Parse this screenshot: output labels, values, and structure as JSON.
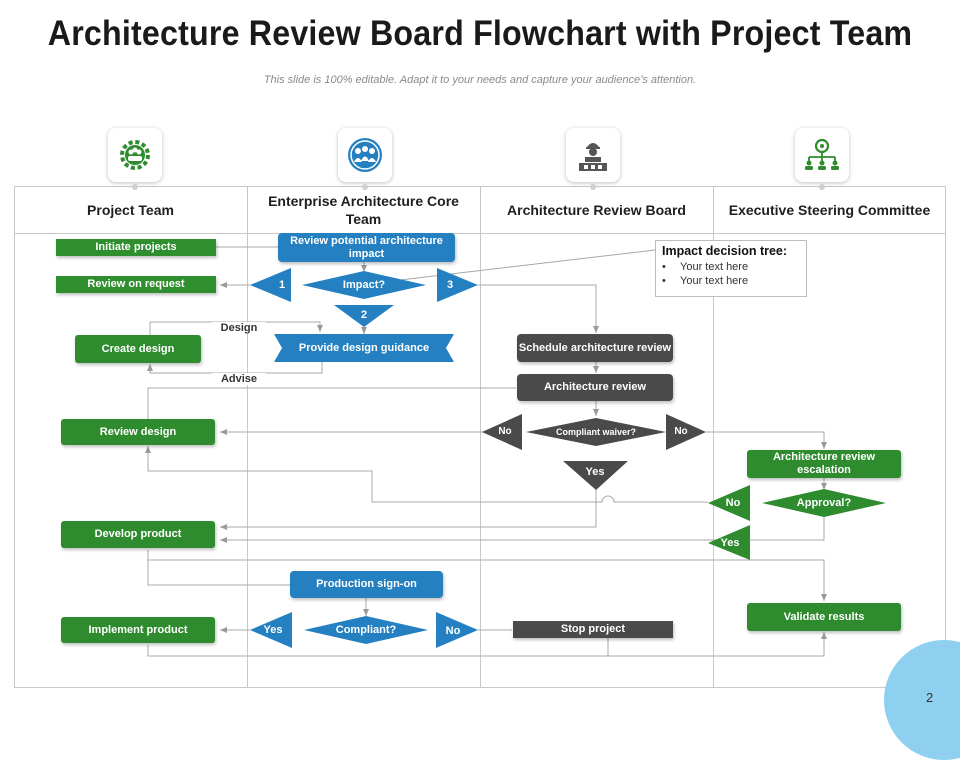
{
  "title": "Architecture Review Board Flowchart with Project Team",
  "subtitle": "This slide is 100% editable. Adapt it to your needs and capture your audience’s attention.",
  "columns": [
    {
      "label": "Project Team",
      "icon": "gear-team-icon"
    },
    {
      "label": "Enterprise Architecture Core Team",
      "icon": "group-circle-icon"
    },
    {
      "label": "Architecture Review Board",
      "icon": "worker-board-icon"
    },
    {
      "label": "Executive Steering Committee",
      "icon": "hierarchy-icon"
    }
  ],
  "project_team": {
    "initiate": "Initiate projects",
    "review_request": "Review on request",
    "create_design": "Create design",
    "review_design": "Review design",
    "develop_product": "Develop product",
    "implement_product": "Implement product"
  },
  "ea_core": {
    "review_impact": "Review potential architecture impact",
    "impact_decision": "Impact?",
    "branch_1": "1",
    "branch_2": "2",
    "branch_3": "3",
    "design_guidance": "Provide design guidance",
    "design_label": "Design",
    "advise_label": "Advise",
    "production_signoff": "Production sign-on",
    "compliant_decision": "Compliant?",
    "yes": "Yes",
    "no": "No"
  },
  "arb": {
    "schedule_review": "Schedule architecture review",
    "arch_review": "Architecture review",
    "waiver_decision": "Compliant waiver?",
    "no_left": "No",
    "no_right": "No",
    "yes": "Yes",
    "stop_project": "Stop project"
  },
  "esc": {
    "escalation": "Architecture review escalation",
    "approval": "Approval?",
    "no": "No",
    "yes": "Yes",
    "validate": "Validate results"
  },
  "impact_tree": {
    "heading": "Impact decision tree:",
    "items": [
      "Your text here",
      "Your text here"
    ]
  },
  "colors": {
    "green": "#2e8b2e",
    "blue": "#2480c0",
    "dark": "#4a4a4a",
    "accent_circle": "#8fd0f0"
  },
  "page_number": "2"
}
